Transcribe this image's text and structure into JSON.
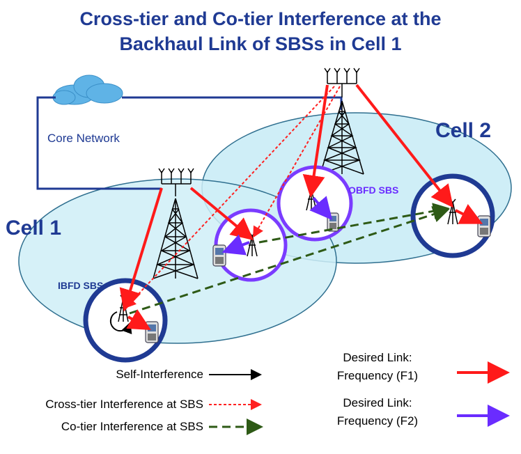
{
  "title": {
    "line1": "Cross-tier and Co-tier Interference at the",
    "line2": "Backhaul Link of SBSs in Cell 1"
  },
  "labels": {
    "core_network": "Core Network",
    "cell1": "Cell 1",
    "cell2": "Cell 2",
    "ibfd_sbs": "IBFD SBS",
    "obfd_sbs": "OBFD SBS"
  },
  "legend": {
    "self_interference": "Self-Interference",
    "cross_tier": "Cross-tier Interference at SBS",
    "co_tier": "Co-tier Interference at SBS",
    "desired_f1_line1": "Desired Link:",
    "desired_f1_line2": "Frequency (F1)",
    "desired_f2_line1": "Desired Link:",
    "desired_f2_line2": "Frequency (F2)"
  },
  "colors": {
    "title": "#1f3a93",
    "desired_f1": "#ff1a1a",
    "desired_f2": "#6a2cff",
    "co_tier": "#2e5a16",
    "cross_tier": "#ff2020",
    "cell_fill": "#cfeef7",
    "cell_stroke": "#2f6f8f",
    "sbs_ring": "#1f3a93",
    "core_link": "#1f3a93"
  }
}
